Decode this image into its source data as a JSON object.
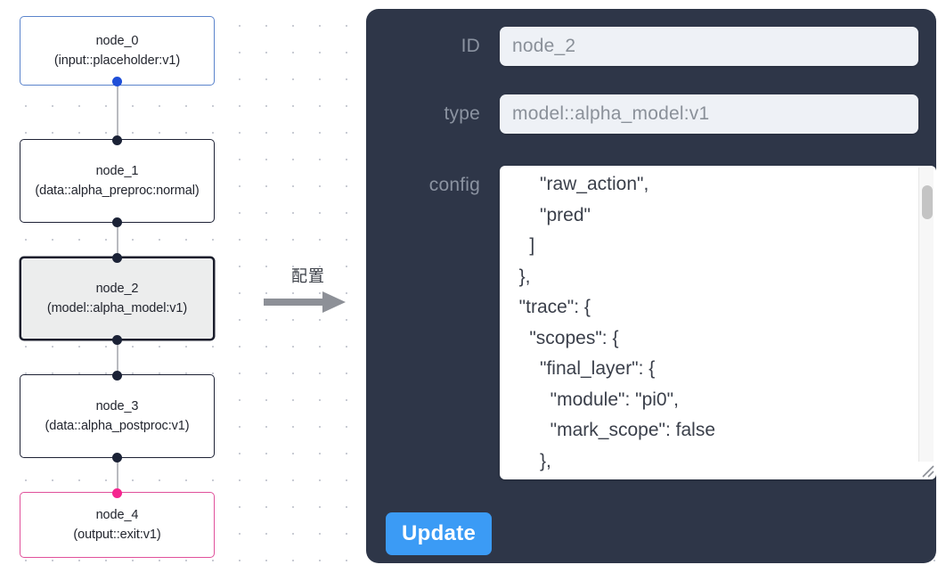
{
  "graph": {
    "nodes": [
      {
        "id": "node_0",
        "type": "(input::placeholder:v1)",
        "state": "input"
      },
      {
        "id": "node_1",
        "type": "(data::alpha_preproc:normal)",
        "state": "default"
      },
      {
        "id": "node_2",
        "type": "(model::alpha_model:v1)",
        "state": "selected"
      },
      {
        "id": "node_3",
        "type": "(data::alpha_postproc:v1)",
        "state": "default"
      },
      {
        "id": "node_4",
        "type": "(output::exit:v1)",
        "state": "output"
      }
    ]
  },
  "arrow": {
    "label": "配置",
    "icon": "arrow-right-icon",
    "color": "#8d9097"
  },
  "panel": {
    "background": "#2e3648",
    "fields": {
      "id": {
        "label": "ID",
        "value": "node_2"
      },
      "type": {
        "label": "type",
        "value": "model::alpha_model:v1"
      },
      "config": {
        "label": "config",
        "value": "      \"raw_action\",\n      \"pred\"\n    ]\n  },\n  \"trace\": {\n    \"scopes\": {\n      \"final_layer\": {\n        \"module\": \"pi0\",\n        \"mark_scope\": false\n      },\n      \"action_model\": {"
      }
    },
    "update_button": {
      "label": "Update",
      "color": "#3b9bf5"
    }
  },
  "colors": {
    "node_input_border": "#5b84cc",
    "node_output_border": "#e0519b",
    "node_default_border": "#1e2235",
    "node_selected_fill": "#eceded",
    "handle_default": "#1b2236",
    "handle_input": "#1f4fd8",
    "handle_output": "#f5258f",
    "edge": "#b9bbc0",
    "canvas_dot": "#c9ccd4"
  }
}
